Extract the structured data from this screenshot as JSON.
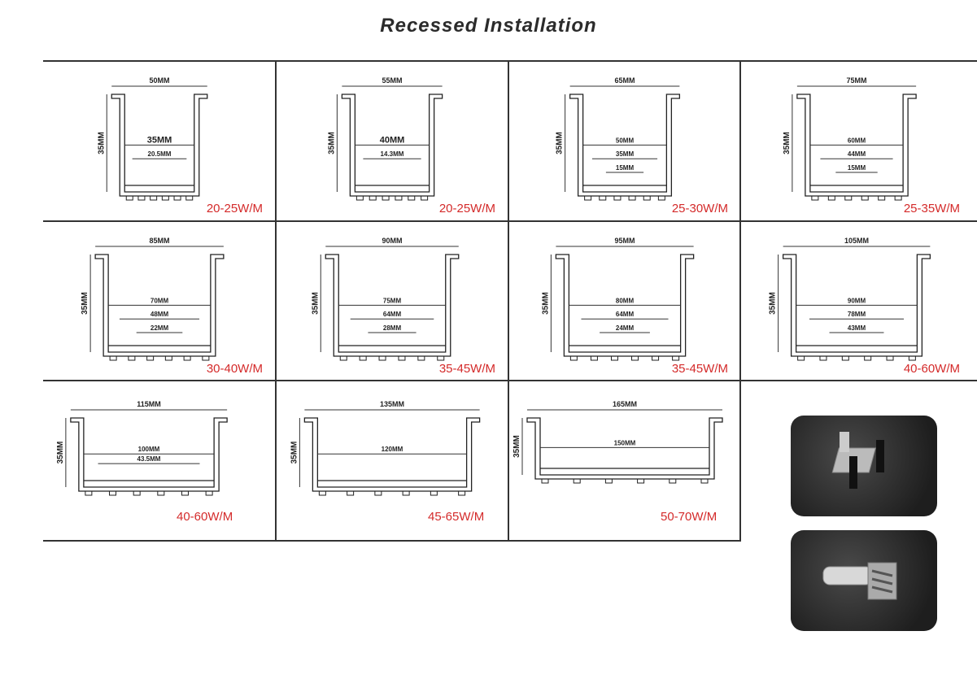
{
  "title": "Recessed Installation",
  "colors": {
    "power": "#d42a2a",
    "line": "#333333"
  },
  "profiles": [
    {
      "width": "50MM",
      "height": "35MM",
      "inner": [
        "35MM",
        "20.5MM"
      ],
      "power": "20-25W/M",
      "wmm": 50
    },
    {
      "width": "55MM",
      "height": "35MM",
      "inner": [
        "40MM",
        "14.3MM"
      ],
      "power": "20-25W/M",
      "wmm": 55
    },
    {
      "width": "65MM",
      "height": "35MM",
      "inner": [
        "50MM",
        "35MM",
        "15MM"
      ],
      "power": "25-30W/M",
      "wmm": 65
    },
    {
      "width": "75MM",
      "height": "35MM",
      "inner": [
        "60MM",
        "44MM",
        "15MM"
      ],
      "power": "25-35W/M",
      "wmm": 75
    },
    {
      "width": "85MM",
      "height": "35MM",
      "inner": [
        "70MM",
        "48MM",
        "22MM"
      ],
      "power": "30-40W/M",
      "wmm": 85
    },
    {
      "width": "90MM",
      "height": "35MM",
      "inner": [
        "75MM",
        "64MM",
        "28MM"
      ],
      "power": "35-45W/M",
      "wmm": 90
    },
    {
      "width": "95MM",
      "height": "35MM",
      "inner": [
        "80MM",
        "64MM",
        "24MM"
      ],
      "power": "35-45W/M",
      "wmm": 95
    },
    {
      "width": "105MM",
      "height": "35MM",
      "inner": [
        "90MM",
        "78MM",
        "43MM"
      ],
      "power": "40-60W/M",
      "wmm": 105
    },
    {
      "width": "115MM",
      "height": "35MM",
      "inner": [
        "100MM",
        "43.5MM"
      ],
      "power": "40-60W/M",
      "wmm": 115
    },
    {
      "width": "135MM",
      "height": "35MM",
      "inner": [
        "120MM"
      ],
      "power": "45-65W/M",
      "wmm": 135
    },
    {
      "width": "165MM",
      "height": "35MM",
      "inner": [
        "150MM"
      ],
      "power": "50-70W/M",
      "wmm": 165
    }
  ],
  "photos": [
    {
      "name": "mounting-clip-u"
    },
    {
      "name": "mounting-clip-spring"
    }
  ]
}
